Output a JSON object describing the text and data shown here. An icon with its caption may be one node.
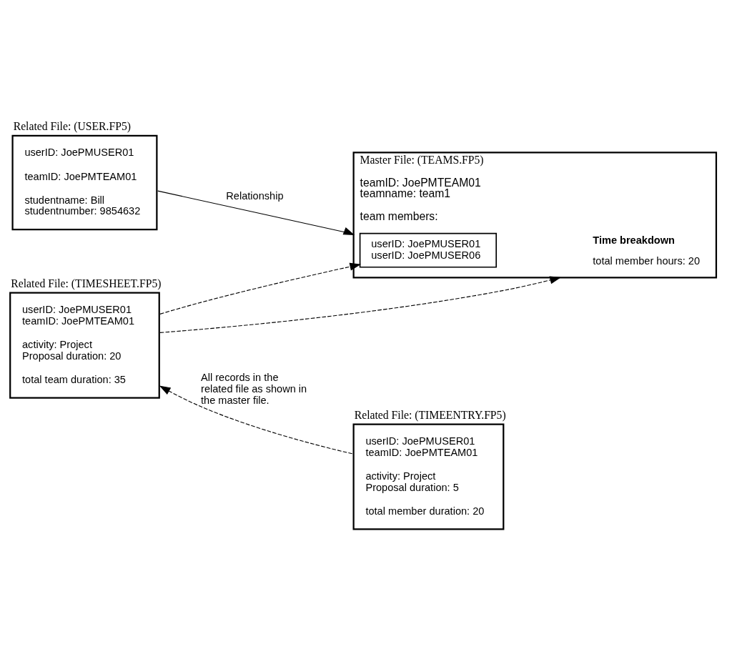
{
  "diagram": {
    "nodes": [
      {
        "text": [
          "Related File: (USER.FP5)",
          "userID: JoePMUSER01",
          "teamID: JoePMTEAM01",
          "studentname: Bill studentnumber: 9854632"
        ]
      },
      {
        "text": [
          "Master File: (TEAMS.FP5)",
          "teamID: JoePMTEAM01 teamname: team1",
          "team members:",
          "Time breakdown",
          "total member hours: 20"
        ]
      },
      {
        "text": [
          "userID: JoePMUSER01 userID: JoePMUSER06"
        ],
        "in": 1
      },
      {
        "text": [
          "Related File: (TIMESHEET.FP5)",
          "userID: JoePMUSER01 teamID: JoePMTEAM01",
          "activity: Project Proposal duration: 20",
          "total team duration: 35"
        ]
      },
      {
        "text": [
          "Related File: (TIMEENTRY.FP5)",
          "userID: JoePMUSER01 teamID: JoePMTEAM01",
          "activity: Project Proposal duration: 5",
          "total member duration: 20"
        ]
      }
    ],
    "edges": [
      {
        "from": 0,
        "to": 1,
        "arrow": "to",
        "label": "Relationship"
      },
      {
        "from": 3,
        "to": 2,
        "arrow": "to",
        "style": "dashed"
      },
      {
        "from": 3,
        "to": 1,
        "arrow": "to",
        "style": "dashed"
      },
      {
        "from": 4,
        "to": 3,
        "arrow": "to",
        "style": "dashed",
        "label": "All records in the related file as shown in the master file."
      }
    ]
  }
}
